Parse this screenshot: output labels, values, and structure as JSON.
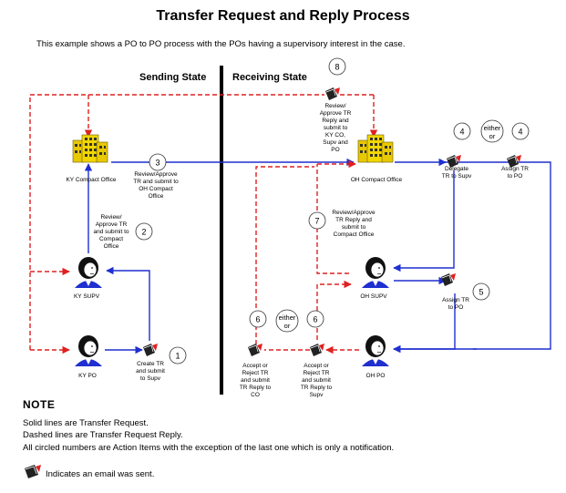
{
  "title": "Transfer Request and Reply Process",
  "subtitle": "This example shows a PO to PO process with the POs having a supervisory interest in the case.",
  "sending_state": "Sending State",
  "receiving_state": "Receiving State",
  "nodes": {
    "ky_compact": "KY Compact Office",
    "ky_supv": "KY SUPV",
    "ky_po": "KY PO",
    "oh_compact": "OH Compact Office",
    "oh_supv": "OH SUPV",
    "oh_po": "OH PO"
  },
  "step_numbers": {
    "s1": "1",
    "s2": "2",
    "s3": "3",
    "s4a": "4",
    "s4b": "4",
    "s5": "5",
    "s6a": "6",
    "s6b": "6",
    "s7": "7",
    "s8": "8"
  },
  "either_or": {
    "e1": [
      "either",
      "or"
    ],
    "e2": [
      "either",
      "or"
    ]
  },
  "actions": {
    "create_tr": [
      "Create TR",
      "and submit",
      "to Supv"
    ],
    "ky_review": [
      "Review/",
      "Approve TR",
      "and submit to",
      "Compact",
      "Office"
    ],
    "ky_review_submit_oh": [
      "Review/Approve",
      "TR and submit to",
      "OH Compact",
      "Office"
    ],
    "oh_review_reply": [
      "Review/",
      "Approve TR",
      "Reply and",
      "submit to",
      "KY CO,",
      "Supv and",
      "PO"
    ],
    "delegate": [
      "Delegate",
      "TR to Supv"
    ],
    "assign_po": [
      "Assign TR",
      "to PO"
    ],
    "assign_supv": [
      "Assign TR",
      "to PO"
    ],
    "supv_review_reply": [
      "Review/Approve",
      "TR Reply and",
      "submit to",
      "Compact Office"
    ],
    "accept_reject_co": [
      "Accept  or",
      "Reject  TR",
      "and  submit",
      "TR Reply to",
      "CO"
    ],
    "accept_reject_supv": [
      "Accept or",
      "Reject TR",
      "and submit",
      "TR Reply to",
      "Supv"
    ]
  },
  "note": {
    "heading": "NOTE",
    "lines": [
      "Solid lines are Transfer Request.",
      "Dashed lines are Transfer Request Reply.",
      "All circled numbers are Action Items with the exception of the last one which is only a notification."
    ],
    "email_legend": "Indicates an email was sent."
  },
  "colors": {
    "request": "#1f2fd0",
    "reply": "#e02020",
    "building": "#e8c800",
    "divider": "#000000"
  }
}
